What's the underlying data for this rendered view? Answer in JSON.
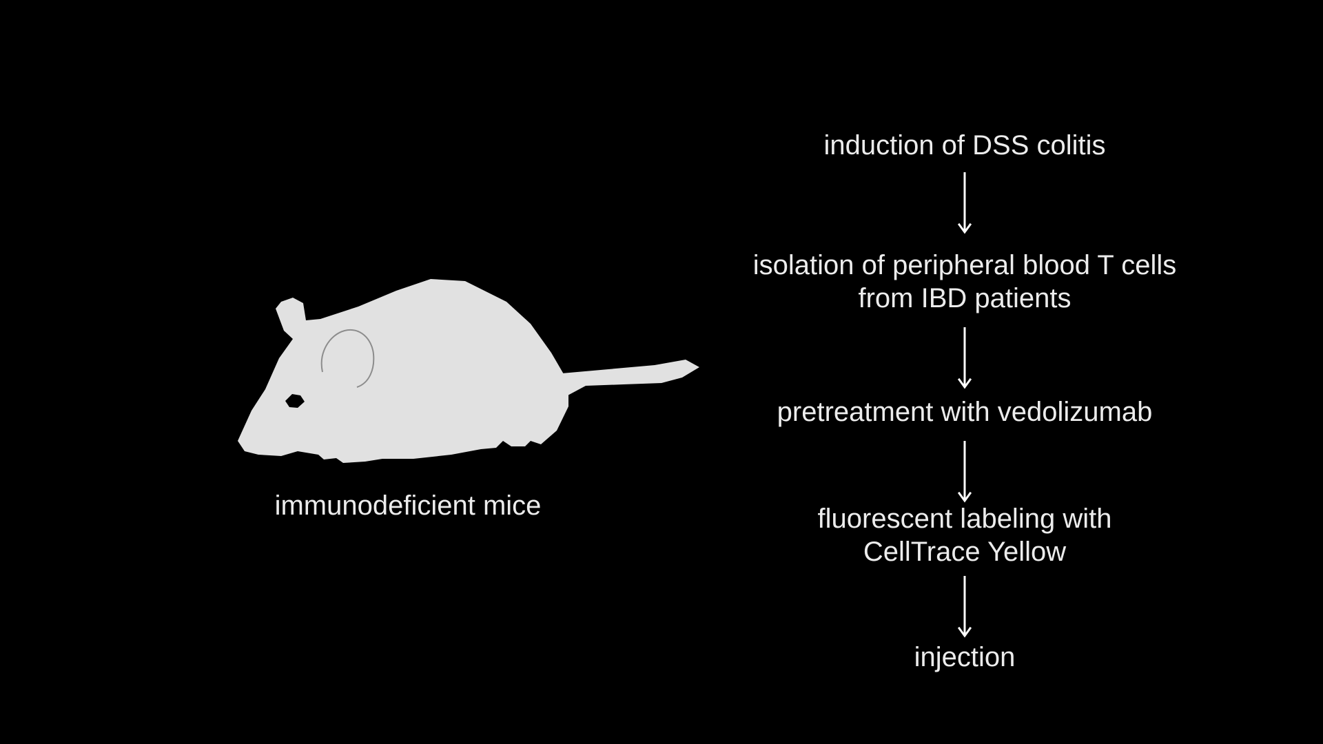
{
  "mouse": {
    "caption": "immunodeficient mice",
    "body_color": "#e1e1e1"
  },
  "workflow": {
    "steps": [
      {
        "lines": [
          "induction of DSS colitis"
        ]
      },
      {
        "lines": [
          "isolation of peripheral blood T cells",
          "from IBD patients"
        ]
      },
      {
        "lines": [
          "pretreatment with vedolizumab"
        ]
      },
      {
        "lines": [
          "fluorescent labeling with",
          "CellTrace Yellow"
        ]
      },
      {
        "lines": [
          "injection"
        ]
      }
    ]
  },
  "colors": {
    "background": "#000000",
    "text": "#ececec",
    "arrow": "#ffffff"
  }
}
